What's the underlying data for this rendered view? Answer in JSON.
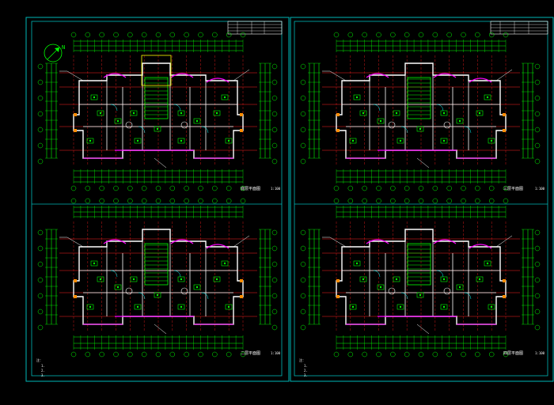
{
  "sheets": [
    {
      "id": "left",
      "title_block_rows": [
        "",
        "",
        "",
        ""
      ],
      "plans": [
        {
          "id": "tl",
          "title": "底层平面图",
          "scale": "1:100"
        },
        {
          "id": "bl",
          "title": "二层平面图",
          "scale": "1:100"
        }
      ],
      "notes": [
        "注：",
        "1.",
        "2.",
        "3."
      ]
    },
    {
      "id": "right",
      "title_block_rows": [
        "",
        "",
        "",
        ""
      ],
      "plans": [
        {
          "id": "tr",
          "title": "三层平面图",
          "scale": "1:100"
        },
        {
          "id": "br",
          "title": "四层平面图",
          "scale": "1:100"
        }
      ],
      "notes": [
        "注：",
        "1.",
        "2.",
        "3."
      ]
    }
  ],
  "north_arrow": {
    "label": "N",
    "icon": "north-arrow-icon"
  },
  "colors": {
    "background": "#000000",
    "frame": "#00b7b7",
    "walls": "#ffffff",
    "dimension": "#00ff00",
    "grid_axis": "#ff2020",
    "accent_magenta": "#ff00ff",
    "accent_yellow": "#ffff00",
    "accent_orange": "#ff8c00",
    "accent_cyan": "#00ffff"
  }
}
